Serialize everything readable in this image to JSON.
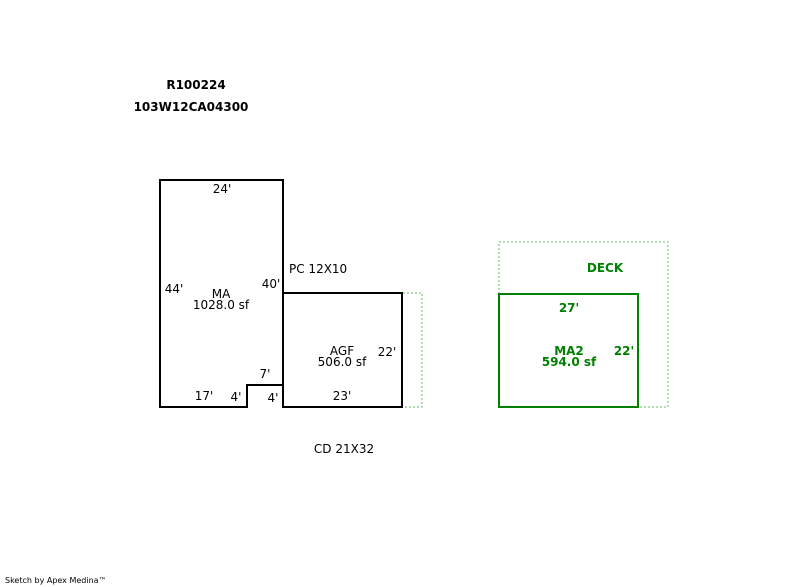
{
  "header": {
    "parcel_id": "R100224",
    "map_number": "103W12CA04300"
  },
  "colors": {
    "outline": "#000000",
    "green": "#008000",
    "dotted_green": "#66bb66"
  },
  "main_area": {
    "name": "MA",
    "area": "1028.0 sf",
    "dim_top": "24'",
    "dim_left": "44'",
    "dim_right": "40'",
    "dim_bottom": "17'",
    "dim_notch_left": "4'",
    "dim_notch_top": "7'",
    "dim_notch_right": "4'"
  },
  "porch_label": "PC 12X10",
  "garage": {
    "name": "AGF",
    "area": "506.0 sf",
    "dim_right": "22'",
    "dim_bottom": "23'"
  },
  "covered_deck_label": "CD 21X32",
  "ma2": {
    "name": "MA2",
    "area": "594.0 sf",
    "dim_top": "27'",
    "dim_right": "22'"
  },
  "deck_label": "DECK",
  "footer": "Sketch by Apex Medina™"
}
